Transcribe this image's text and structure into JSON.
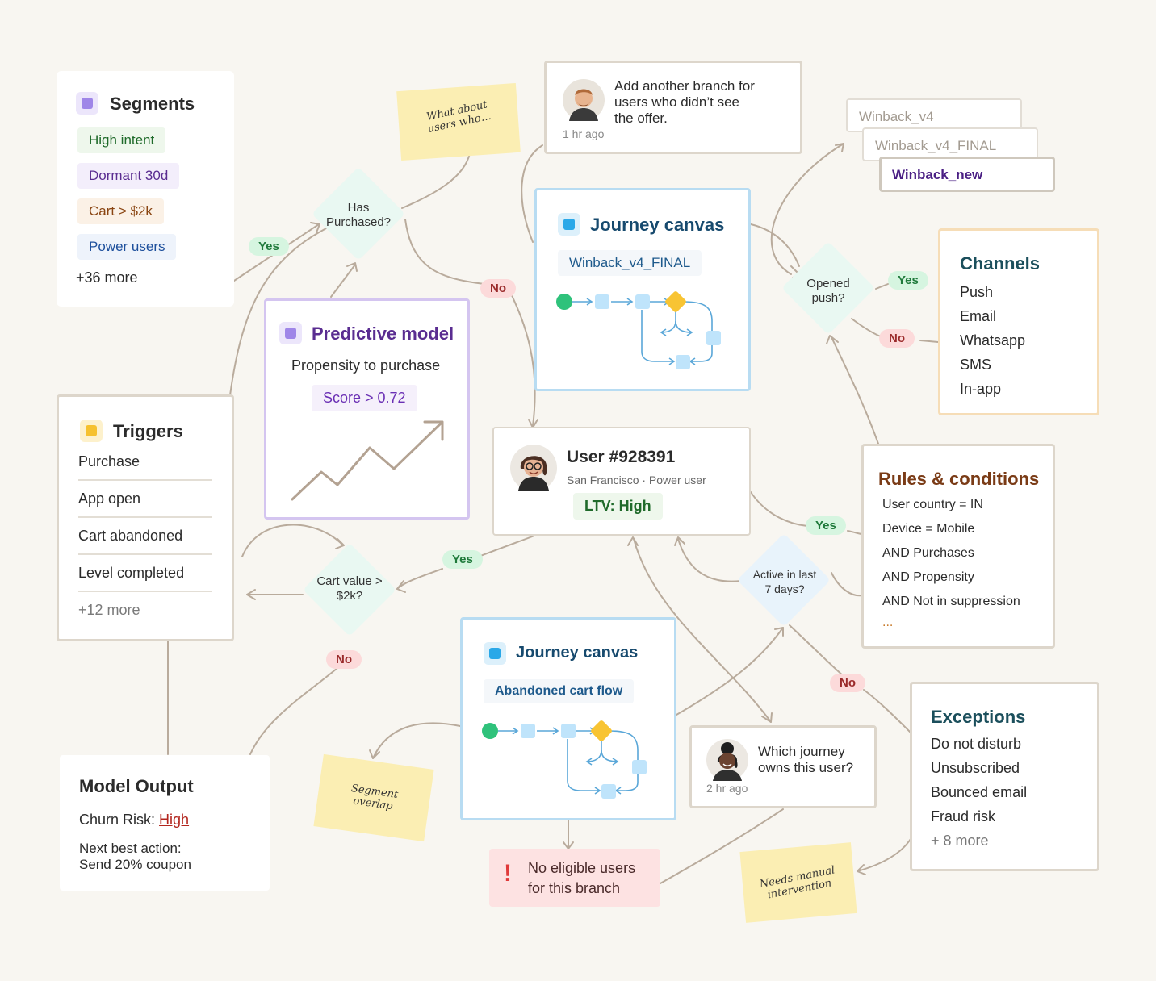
{
  "segments": {
    "title": "Segments",
    "items": [
      "High intent",
      "Dormant 30d",
      "Cart > $2k",
      "Power users"
    ],
    "more": "+36 more"
  },
  "note_what_about": "What about users who…",
  "comment_top": {
    "text": "Add another branch for users who didn’t see the offer.",
    "time": "1 hr ago"
  },
  "versions": [
    "Winback_v4",
    "Winback_v4_FINAL",
    "Winback_new"
  ],
  "diamond_has_purchased": "Has Purchased?",
  "diamond_opened_push": "Opened push?",
  "diamond_cart_value": "Cart value > $2k?",
  "diamond_active": "Active in last 7 days?",
  "labels": {
    "yes": "Yes",
    "no": "No"
  },
  "journey_top": {
    "title": "Journey canvas",
    "chip": "Winback_v4_FINAL"
  },
  "journey_bottom": {
    "title": "Journey canvas",
    "chip": "Abandoned cart flow"
  },
  "channels": {
    "title": "Channels",
    "items": [
      "Push",
      "Email",
      "Whatsapp",
      "SMS",
      "In-app"
    ]
  },
  "predictive": {
    "title": "Predictive model",
    "subtitle": "Propensity to purchase",
    "score": "Score > 0.72"
  },
  "triggers": {
    "title": "Triggers",
    "items": [
      "Purchase",
      "App open",
      "Cart abandoned",
      "Level completed"
    ],
    "more": "+12 more"
  },
  "user": {
    "name": "User #928391",
    "meta": "San Francisco · Power user",
    "ltv": "LTV: High"
  },
  "rules": {
    "title": "Rules & conditions",
    "items": [
      "User country = IN",
      "Device = Mobile",
      "AND Purchases",
      "AND Propensity",
      "AND Not in suppression"
    ],
    "more": "..."
  },
  "exceptions": {
    "title": "Exceptions",
    "items": [
      "Do not disturb",
      "Unsubscribed",
      "Bounced email",
      "Fraud risk"
    ],
    "more": "+ 8 more"
  },
  "model_output": {
    "title": "Model Output",
    "churn_label": "Churn Risk:",
    "churn_value": "High",
    "nba_label": "Next best action:",
    "nba_value": "Send 20% coupon"
  },
  "comment_bottom": {
    "text": "Which journey owns this user?",
    "time": "2 hr ago"
  },
  "note_segment": "Segment overlap",
  "alert": {
    "icon": "!",
    "text": "No eligible users for this branch"
  },
  "note_manual": "Needs manual intervention",
  "colors": {
    "purple": "#6b3fa0",
    "green": "#1f7a3b",
    "blue": "#1e6fa8",
    "red": "#e03a3a",
    "wire": "#b9ab9c"
  }
}
